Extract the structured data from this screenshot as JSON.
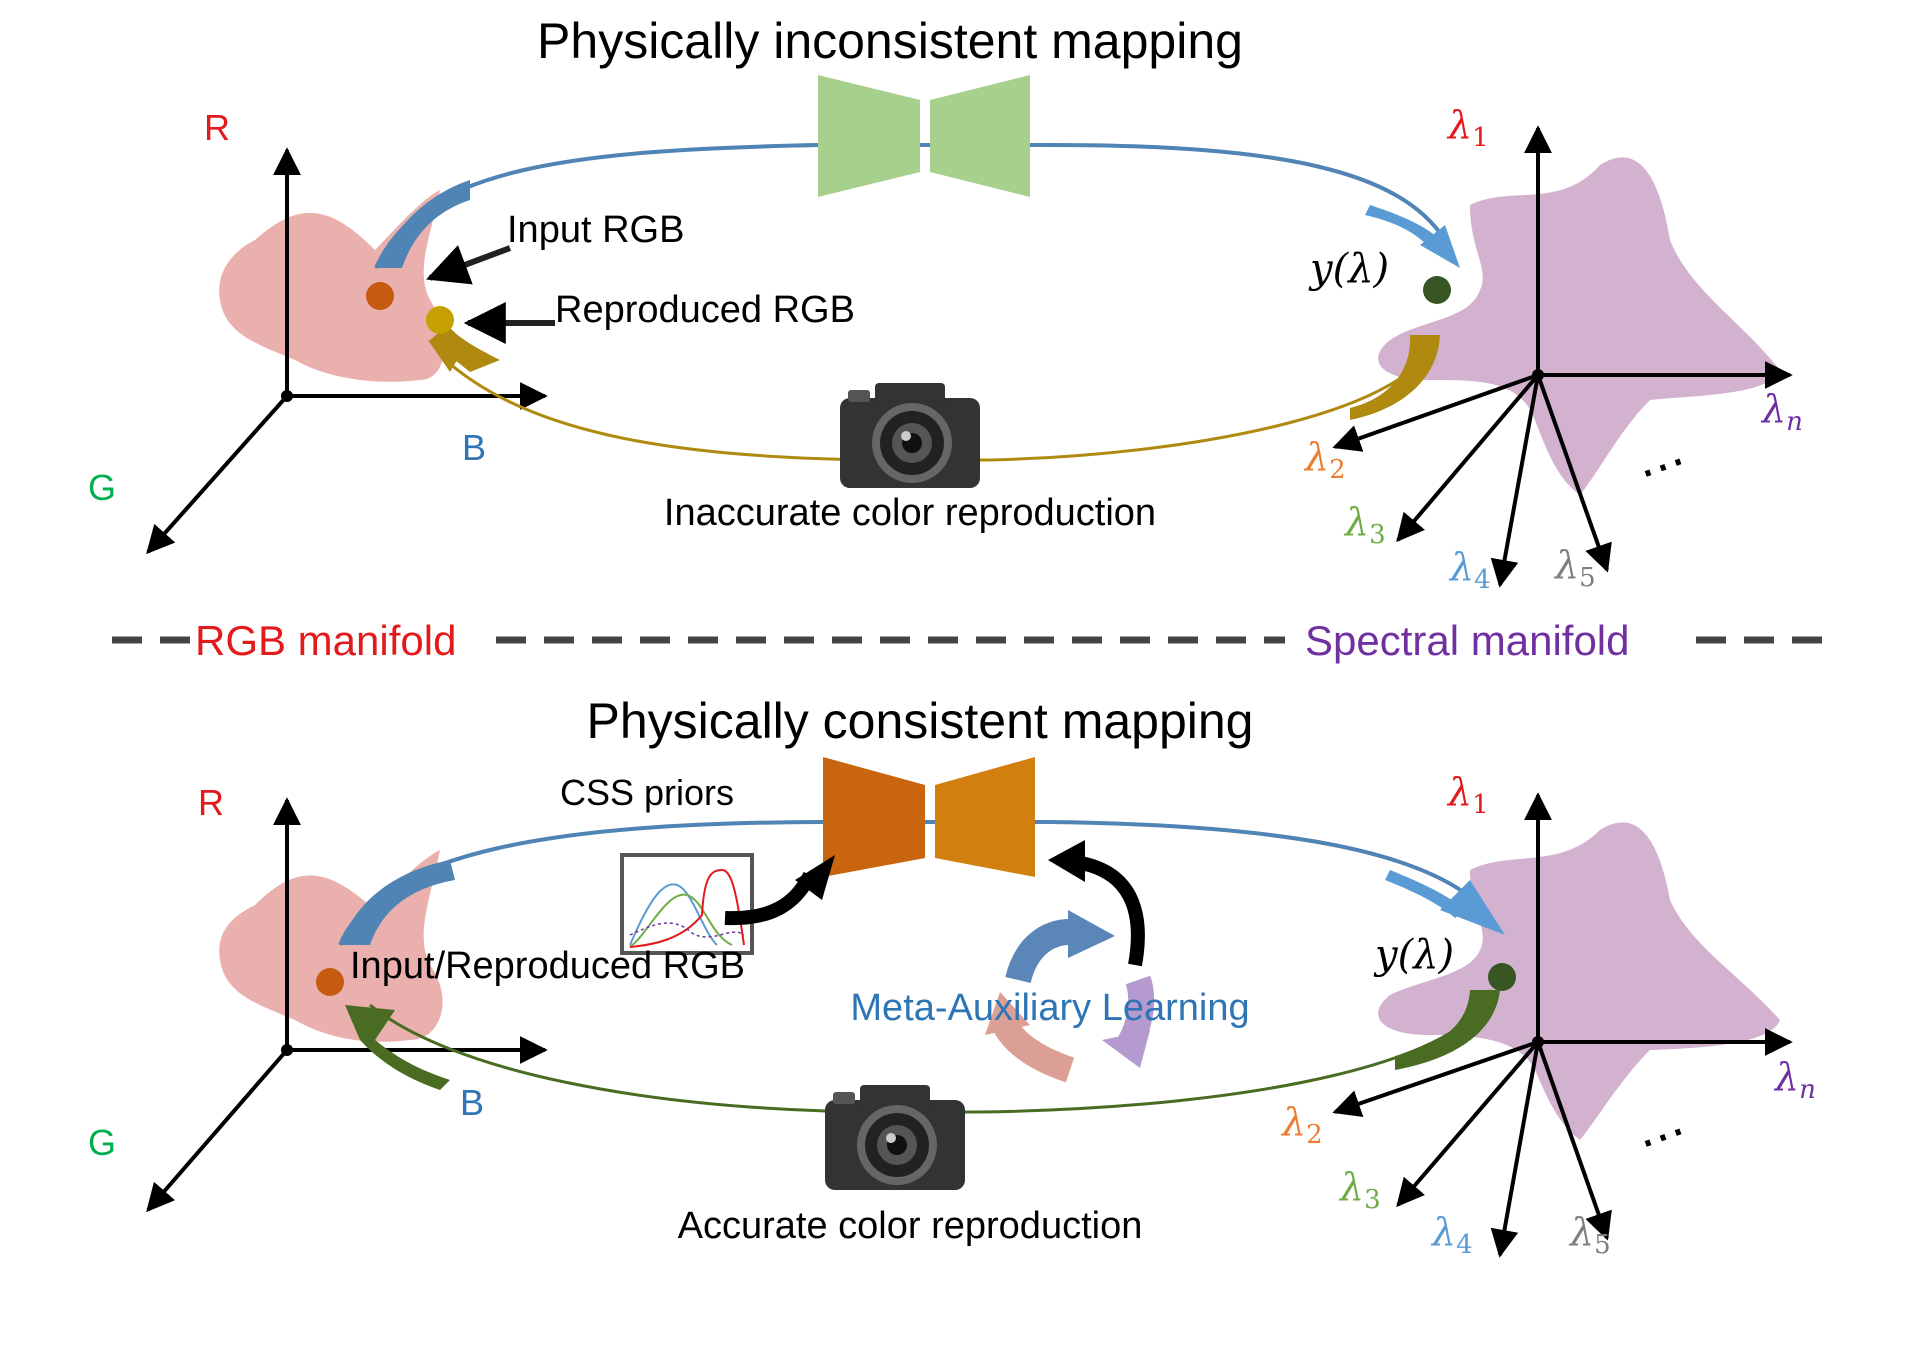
{
  "colors": {
    "rgb_blob": "#eab0ae",
    "spectral_blob": "#d3b2cf",
    "net_green": "#a8d08d",
    "net_orange_left": "#c9640f",
    "net_orange_right": "#d1800f",
    "arrow_blue": "#4f84b4",
    "arrow_gold": "#b08a10",
    "arrow_green": "#4a6b22",
    "red": "#e31a1c",
    "blue": "#2e75b6",
    "green": "#00b050",
    "orange": "#ed7d31",
    "lgreen": "#70ad47",
    "lblue": "#5b9bd5",
    "gray": "#7f7f7f",
    "purple": "#7030a0",
    "meta_blue": "#2e75b6"
  },
  "top": {
    "title": "Physically inconsistent mapping",
    "input_label": "Input RGB",
    "reproduced_label": "Reproduced RGB",
    "camera_caption": "Inaccurate color reproduction",
    "y_label": "y(λ)"
  },
  "divider": {
    "rgb_manifold": "RGB manifold",
    "spectral_manifold": "Spectral manifold"
  },
  "bottom": {
    "title": "Physically consistent mapping",
    "css_priors": "CSS priors",
    "input_reproduced_label": "Input/Reproduced RGB",
    "meta_label": "Meta-Auxiliary Learning",
    "camera_caption": "Accurate color reproduction",
    "y_label": "y(λ)"
  },
  "axes": {
    "r": "R",
    "g": "G",
    "b": "B",
    "lambda_symbol": "λ",
    "sub_1": "1",
    "sub_2": "2",
    "sub_3": "3",
    "sub_4": "4",
    "sub_5": "5",
    "sub_n": "n",
    "ellipsis": "⋯"
  },
  "icons": [
    "camera-icon",
    "encoder-decoder-network-icon",
    "css-curves-thumbnail",
    "cycle-arrows-icon"
  ]
}
